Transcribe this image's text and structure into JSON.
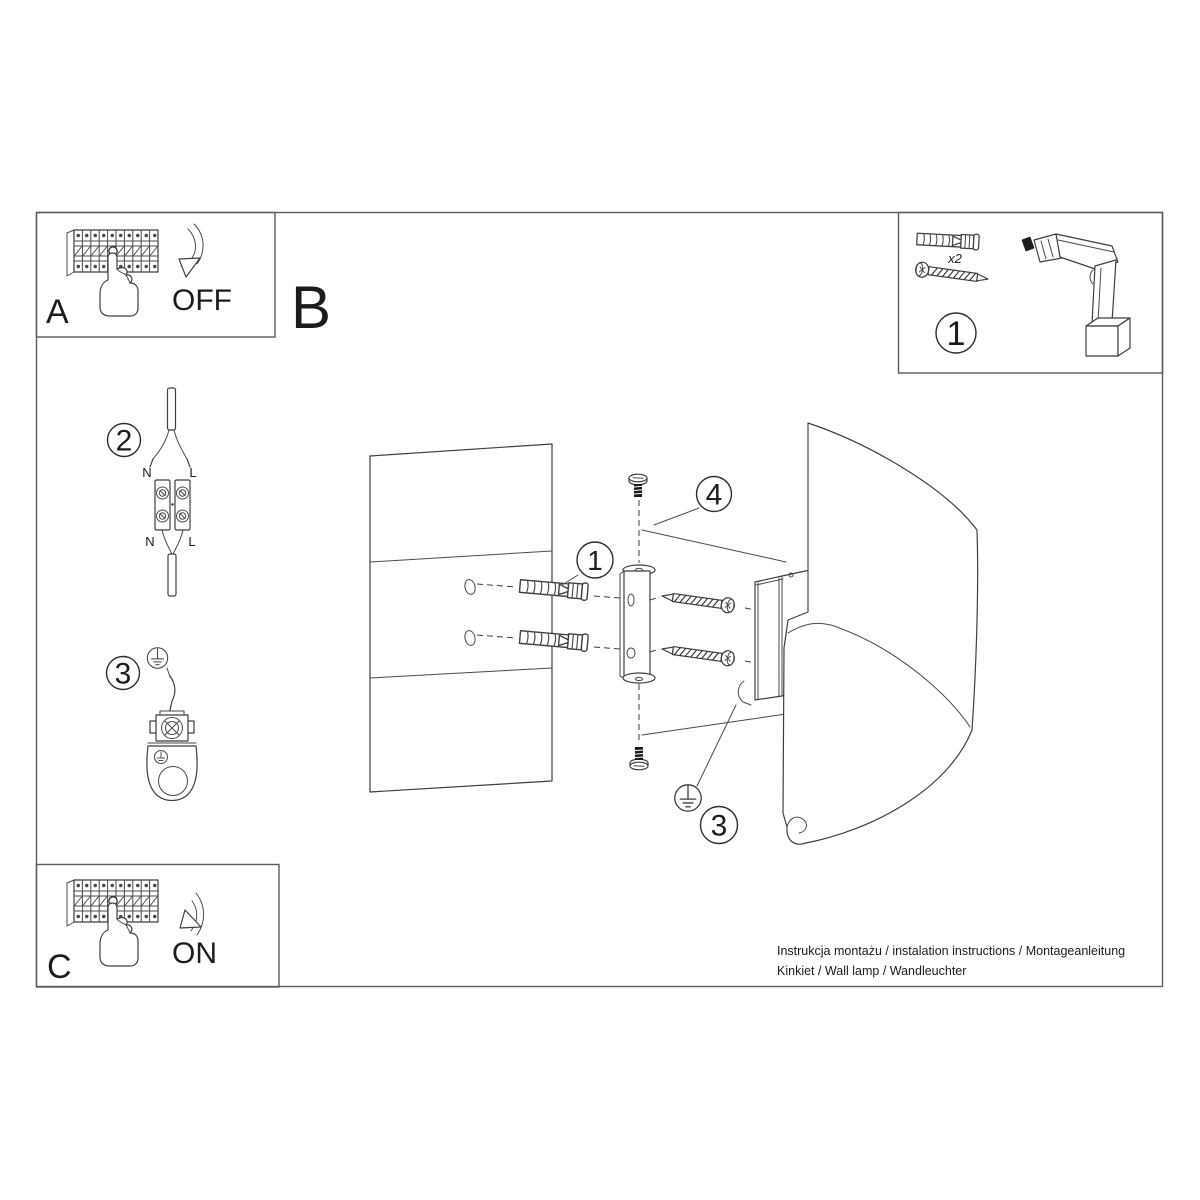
{
  "colors": {
    "background": "#ffffff",
    "line": "#3f3f3f",
    "text": "#1c1c1c"
  },
  "steps": {
    "a": {
      "label": "A",
      "action": "OFF"
    },
    "b": {
      "label": "B"
    },
    "c": {
      "label": "C",
      "action": "ON"
    }
  },
  "parts_box": {
    "callout": "1",
    "quantity": "x2"
  },
  "wiring_step": {
    "callout": "2",
    "labels": {
      "top_left": "N",
      "top_right": "L",
      "bottom_left": "N",
      "bottom_right": "L"
    }
  },
  "ground_step": {
    "callout": "3"
  },
  "assembly": {
    "callout_plug": "1",
    "callout_screw": "4",
    "callout_ground": "3"
  },
  "footer": {
    "line1": "Instrukcja montażu / instalation instructions / Montageanleitung",
    "line2": "Kinkiet / Wall lamp / Wandleuchter"
  }
}
